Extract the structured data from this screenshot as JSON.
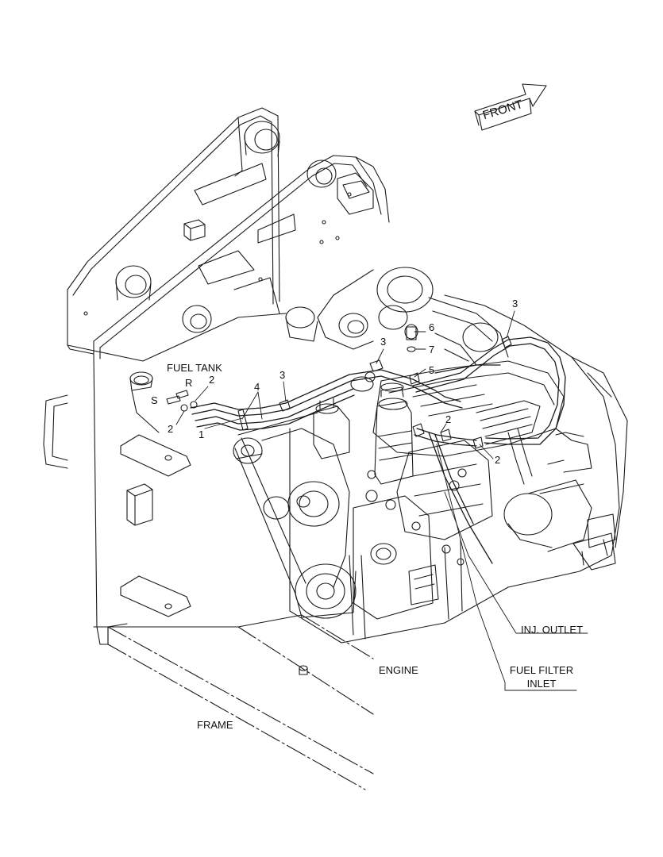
{
  "labels": {
    "front": "FRONT",
    "fuel_tank": "FUEL TANK",
    "r": "R",
    "s": "S",
    "engine": "ENGINE",
    "frame": "FRAME",
    "inj_outlet": "INJ. OUTLET",
    "fuel_filter_inlet_1": "FUEL FILTER",
    "fuel_filter_inlet_2": "INLET"
  },
  "callouts": {
    "c1": "1",
    "c2a": "2",
    "c2b": "2",
    "c2c": "2",
    "c2d": "2",
    "c3a": "3",
    "c3b": "3",
    "c3c": "3",
    "c4": "4",
    "c5": "5",
    "c6": "6",
    "c7": "7"
  },
  "colors": {
    "line": "#1a1a1a",
    "background": "#ffffff"
  }
}
